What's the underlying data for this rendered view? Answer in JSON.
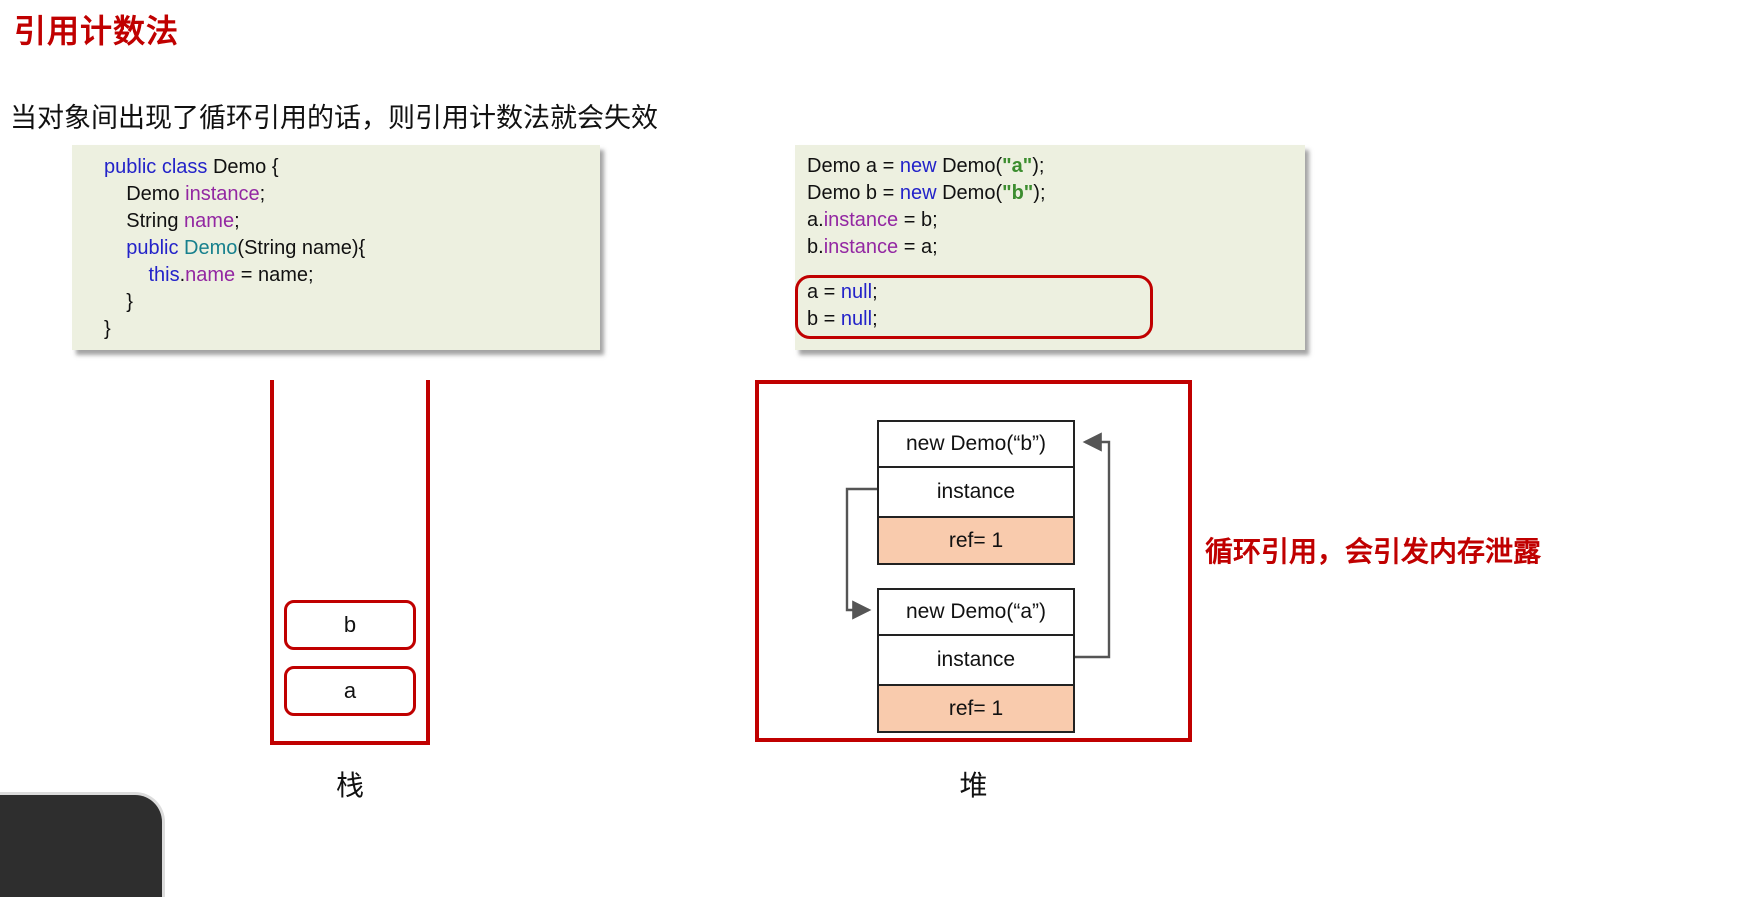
{
  "colors": {
    "accent_red": "#c00000",
    "code_background": "#edf0e0",
    "ref_cell_background": "#f9cbad",
    "arrow_gray": "#555555",
    "keyword_blue": "#2323c9",
    "field_purple": "#9327a2",
    "type_teal": "#17808d",
    "string_green": "#3c8d2f"
  },
  "header": {
    "title": "引用计数法",
    "subtitle": "当对象间出现了循环引用的话，则引用计数法就会失效"
  },
  "code_left": {
    "lines": [
      [
        {
          "c": "k",
          "t": "public class"
        },
        {
          "c": "p",
          "t": " Demo {"
        }
      ],
      [
        {
          "c": "p",
          "t": "    Demo "
        },
        {
          "c": "f",
          "t": "instance"
        },
        {
          "c": "p",
          "t": ";"
        }
      ],
      [
        {
          "c": "p",
          "t": "    String "
        },
        {
          "c": "f",
          "t": "name"
        },
        {
          "c": "p",
          "t": ";"
        }
      ],
      [
        {
          "c": "p",
          "t": "    "
        },
        {
          "c": "k",
          "t": "public "
        },
        {
          "c": "m",
          "t": "Demo"
        },
        {
          "c": "p",
          "t": "(String name){"
        }
      ],
      [
        {
          "c": "p",
          "t": "        "
        },
        {
          "c": "k",
          "t": "this"
        },
        {
          "c": "p",
          "t": "."
        },
        {
          "c": "f",
          "t": "name"
        },
        {
          "c": "p",
          "t": " = name;"
        }
      ],
      [
        {
          "c": "p",
          "t": "    }"
        }
      ],
      [
        {
          "c": "p",
          "t": "}"
        }
      ]
    ]
  },
  "code_right": {
    "lines": [
      [
        {
          "c": "p",
          "t": "Demo a = "
        },
        {
          "c": "k",
          "t": "new"
        },
        {
          "c": "p",
          "t": " Demo("
        },
        {
          "c": "s",
          "t": "\"a\""
        },
        {
          "c": "p",
          "t": ");"
        }
      ],
      [
        {
          "c": "p",
          "t": "Demo b = "
        },
        {
          "c": "k",
          "t": "new"
        },
        {
          "c": "p",
          "t": " Demo("
        },
        {
          "c": "s",
          "t": "\"b\""
        },
        {
          "c": "p",
          "t": ");"
        }
      ],
      [
        {
          "c": "p",
          "t": "a."
        },
        {
          "c": "f",
          "t": "instance"
        },
        {
          "c": "p",
          "t": " = b;"
        }
      ],
      [
        {
          "c": "p",
          "t": "b."
        },
        {
          "c": "f",
          "t": "instance"
        },
        {
          "c": "p",
          "t": " = a;"
        }
      ]
    ],
    "boxed_lines": [
      [
        {
          "c": "p",
          "t": "a = "
        },
        {
          "c": "k",
          "t": "null"
        },
        {
          "c": "p",
          "t": ";"
        }
      ],
      [
        {
          "c": "p",
          "t": "b = "
        },
        {
          "c": "k",
          "t": "null"
        },
        {
          "c": "p",
          "t": ";"
        }
      ]
    ]
  },
  "stack": {
    "label": "栈",
    "items": [
      "b",
      "a"
    ]
  },
  "heap": {
    "label": "堆",
    "objects": [
      {
        "title": "new Demo(“b”)",
        "field": "instance",
        "ref": "ref= 1"
      },
      {
        "title": "new Demo(“a”)",
        "field": "instance",
        "ref": "ref= 1"
      }
    ]
  },
  "annotation": {
    "text": "循环引用，会引发内存泄露"
  }
}
